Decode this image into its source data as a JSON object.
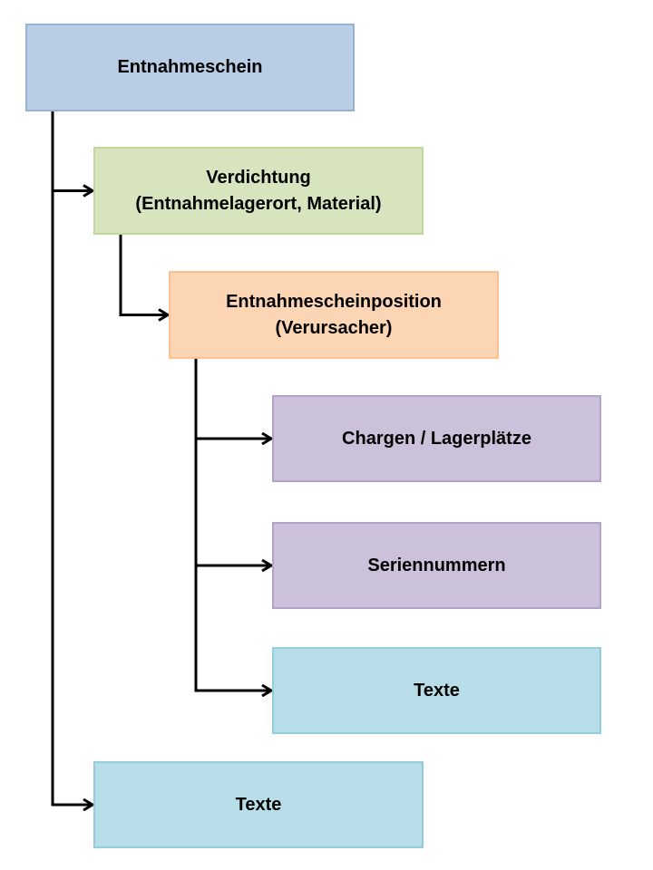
{
  "colors": {
    "blue_fill": "#b9cde5",
    "blue_border": "#95b3d7",
    "green_fill": "#d7e4bd",
    "green_border": "#c3d69b",
    "orange_fill": "#fcd5b5",
    "orange_border": "#fac090",
    "purple_fill": "#ccc1da",
    "purple_border": "#b3a2c7",
    "cyan_fill": "#b7dee8",
    "cyan_border": "#93cddd",
    "line": "#000000"
  },
  "nodes": {
    "root": {
      "lines": [
        "Entnahmeschein"
      ],
      "color": "blue"
    },
    "verdichtung": {
      "lines": [
        "Verdichtung",
        "(Entnahmelagerort, Material)"
      ],
      "color": "green"
    },
    "position": {
      "lines": [
        "Entnahmescheinposition",
        "(Verursacher)"
      ],
      "color": "orange"
    },
    "chargen": {
      "lines": [
        "Chargen / Lagerplätze"
      ],
      "color": "purple"
    },
    "seriennummern": {
      "lines": [
        "Seriennummern"
      ],
      "color": "purple"
    },
    "texte_position": {
      "lines": [
        "Texte"
      ],
      "color": "cyan"
    },
    "texte_schein": {
      "lines": [
        "Texte"
      ],
      "color": "cyan"
    }
  },
  "edges": [
    {
      "from": "root",
      "to": "verdichtung"
    },
    {
      "from": "root",
      "to": "texte_schein"
    },
    {
      "from": "verdichtung",
      "to": "position"
    },
    {
      "from": "position",
      "to": "chargen"
    },
    {
      "from": "position",
      "to": "seriennummern"
    },
    {
      "from": "position",
      "to": "texte_position"
    }
  ]
}
